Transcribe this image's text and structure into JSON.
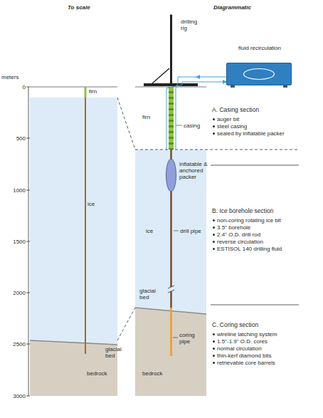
{
  "diagram": {
    "nodes": [
      {
        "text": [
          "drilling rig"
        ]
      },
      {
        "text": [
          "fluid recirculation"
        ]
      }
    ],
    "edges": [
      {
        "from": 1,
        "to": 0,
        "arrow": "to"
      },
      {
        "from": 0,
        "to": 1,
        "arrow": "to"
      }
    ],
    "labels": [
      "To scale",
      "Diagrammatic",
      "meters",
      "0",
      "500",
      "1000",
      "1500",
      "2000",
      "2500",
      "3000",
      "firn",
      "ice",
      "glacial bed",
      "bedrock",
      "firn",
      "casing",
      "inflatable & anchored packer",
      "ice",
      "drill pipe",
      "glacial bed",
      "coring pipe",
      "bedrock",
      "A. Casing section",
      "auger bit",
      "steel casing",
      "sealed by inflatable packer",
      "B. Ice borehole section",
      "non-coring rotating ice bit",
      "3.5\" borehole",
      "2.4\" O.D. drill rod",
      "reverse circulation",
      "ESTISOL 140 drilling fluid",
      "C. Coring section",
      "wireline latching system",
      "1.5\"-1.9\" O.D. cores",
      "normal circulation",
      "thin-kerf diamond bits",
      "retrievable core barrels"
    ]
  }
}
